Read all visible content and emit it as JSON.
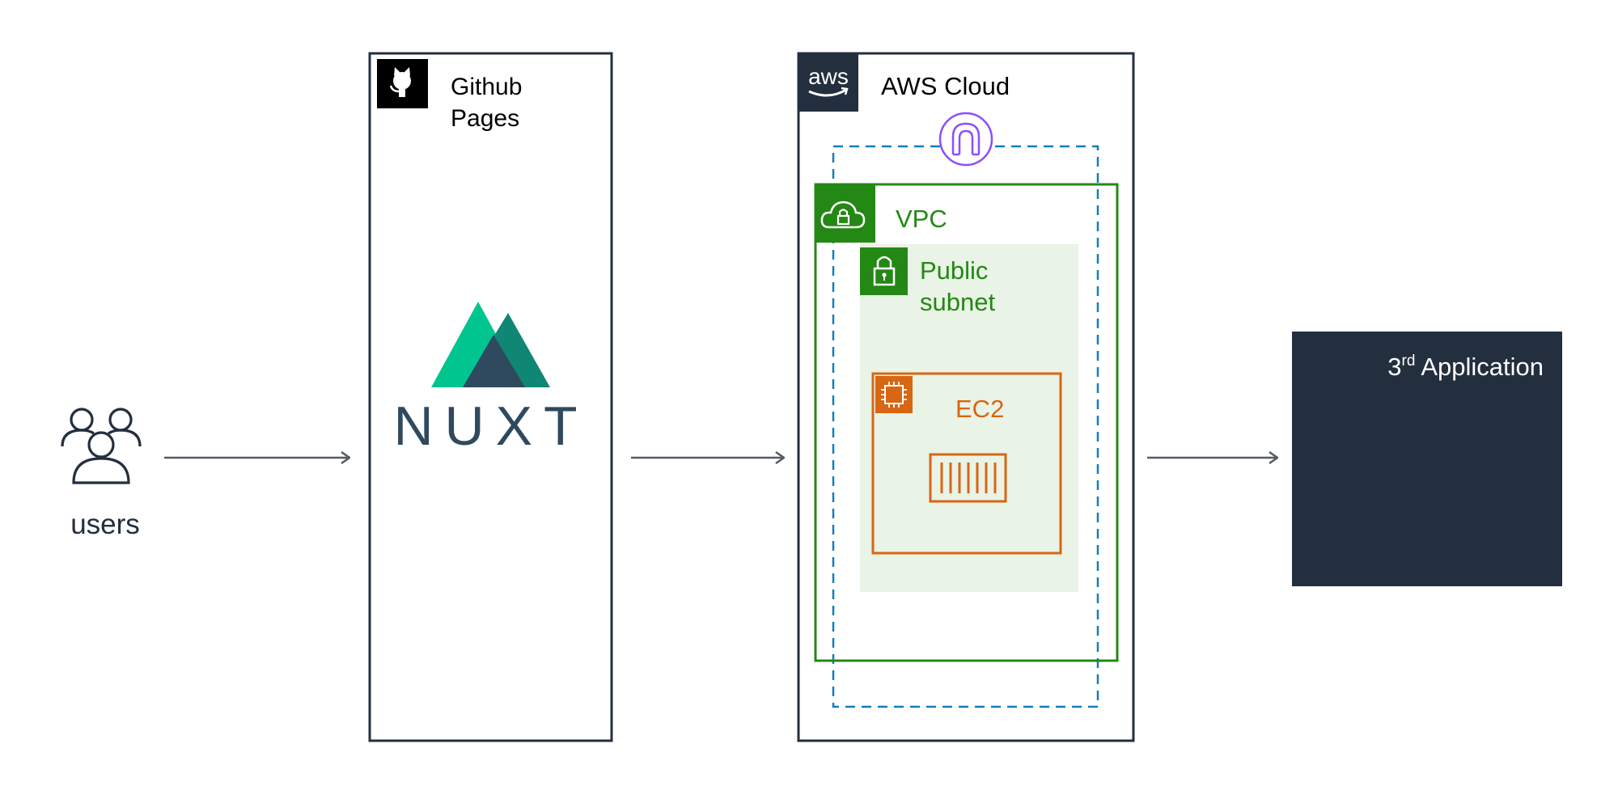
{
  "nodes": {
    "users": {
      "label": "users"
    },
    "github": {
      "label_line1": "Github",
      "label_line2": "Pages"
    },
    "nuxt": {
      "label": "NUXT"
    },
    "aws": {
      "label": "AWS Cloud",
      "badge": "aws"
    },
    "vpc": {
      "label": "VPC"
    },
    "subnet": {
      "label_line1": "Public",
      "label_line2": "subnet"
    },
    "ec2": {
      "label": "EC2"
    },
    "third_app": {
      "label_prefix": "3",
      "label_sup": "rd",
      "label_rest": " Application"
    }
  },
  "edges": [
    {
      "from": "users",
      "to": "github"
    },
    {
      "from": "github",
      "to": "aws"
    },
    {
      "from": "aws",
      "to": "third_app"
    }
  ],
  "icons": [
    "users-icon",
    "github-icon",
    "nuxt-logo",
    "aws-logo",
    "internet-gateway-icon",
    "vpc-cloud-lock-icon",
    "subnet-lock-icon",
    "ec2-chip-icon",
    "ec2-instance-icon"
  ],
  "colors": {
    "outline": "#232f3e",
    "arrow": "#545b64",
    "aws_dark": "#232f3e",
    "vpc_green": "#248814",
    "subnet_fill": "#e9f3e6",
    "ec2_orange": "#d86613",
    "gateway_purple": "#8c4fff",
    "dashed_blue": "#147eba",
    "nuxt_green": "#00c58e",
    "nuxt_teal": "#108775",
    "nuxt_navy": "#2f495e"
  }
}
